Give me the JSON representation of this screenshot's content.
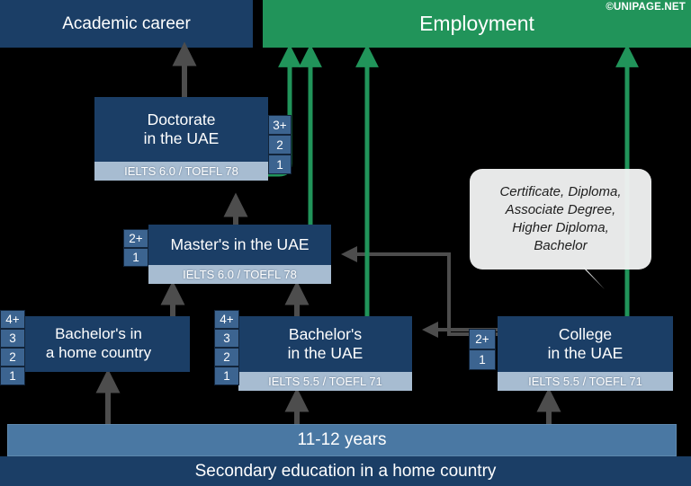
{
  "headers": {
    "academic": "Academic career",
    "employment": "Employment",
    "watermark": "©UNIPAGE.NET"
  },
  "boxes": {
    "doctorate": {
      "line1": "Doctorate",
      "line2": "in the UAE",
      "ielts": "IELTS 6.0 / TOEFL 78",
      "years": [
        "3+",
        "2",
        "1"
      ]
    },
    "master": {
      "line1": "Master's in the UAE",
      "line2": "",
      "ielts": "IELTS 6.0 / TOEFL 78",
      "years": [
        "2+",
        "1"
      ]
    },
    "bach_home": {
      "line1": "Bachelor's in",
      "line2": "a home country",
      "ielts": "",
      "years": [
        "4+",
        "3",
        "2",
        "1"
      ]
    },
    "bach_uae": {
      "line1": "Bachelor's",
      "line2": "in the UAE",
      "ielts": "IELTS 5.5 / TOEFL 71",
      "years": [
        "4+",
        "3",
        "2",
        "1"
      ]
    },
    "college": {
      "line1": "College",
      "line2": "in the UAE",
      "ielts": "IELTS 5.5 / TOEFL 71",
      "years": [
        "2+",
        "1"
      ]
    }
  },
  "callout": {
    "line1": "Certificate, Diploma,",
    "line2": "Associate Degree,",
    "line3": "Higher Diploma,",
    "line4": "Bachelor"
  },
  "bottom": {
    "duration": "11-12 years",
    "stage": "Secondary education in a home country"
  },
  "colors": {
    "navy": "#1b3e66",
    "green": "#21945a",
    "steel": "#4a78a3",
    "ielts_bar": "#a7bcd1",
    "year_box": "#3c6490",
    "gray_arrow": "#4d4d4d",
    "callout_bg": "#f1f2f2"
  }
}
